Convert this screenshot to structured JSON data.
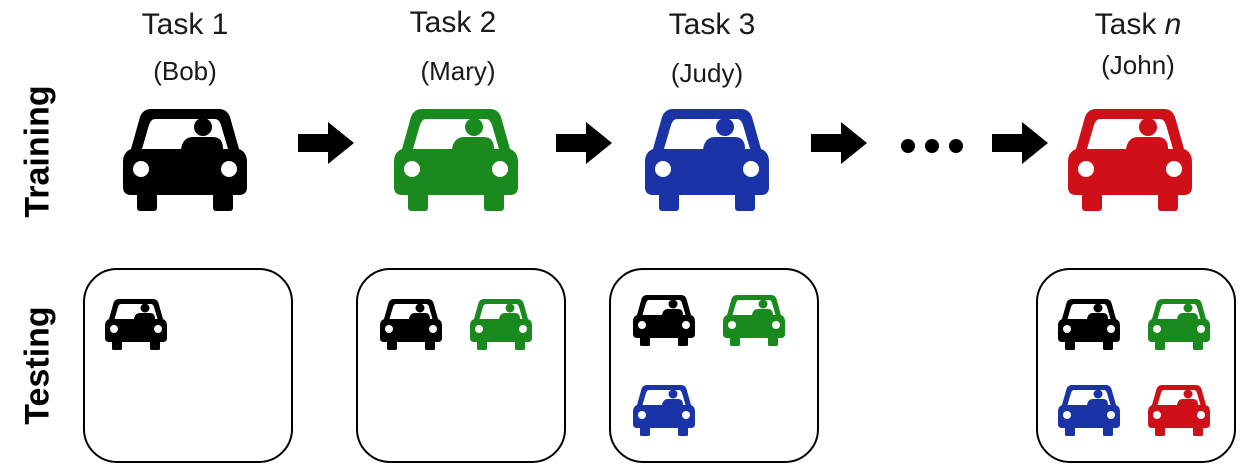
{
  "rows": {
    "training_label": "Training",
    "testing_label": "Testing"
  },
  "tasks": [
    {
      "title": "Task 1",
      "driver": "(Bob)",
      "color": "#000000"
    },
    {
      "title": "Task 2",
      "driver": "(Mary)",
      "color": "#1a8a1f"
    },
    {
      "title": "Task 3",
      "driver": "(Judy)",
      "color": "#1a33a6"
    },
    {
      "title_prefix": "Task ",
      "title_var": "n",
      "driver": "(John)",
      "color": "#d01018"
    }
  ],
  "icons": {
    "car": "car-with-driver-icon",
    "arrow": "right-arrow-icon",
    "ellipsis": "ellipsis-icon"
  }
}
